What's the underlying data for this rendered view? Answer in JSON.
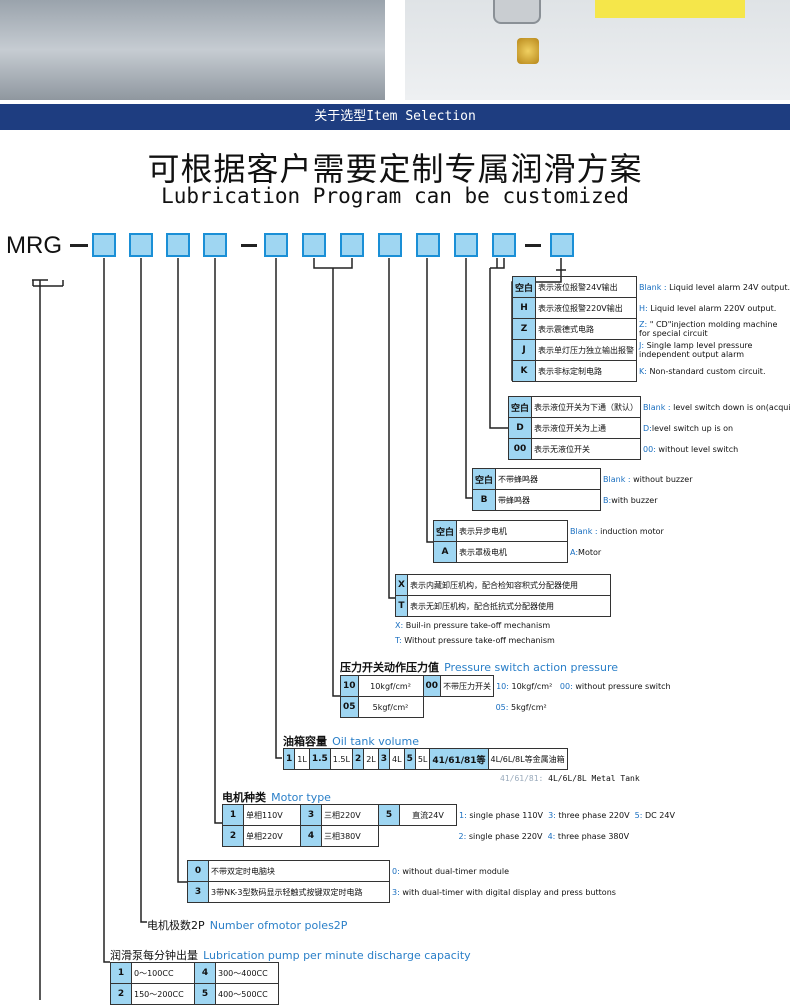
{
  "header": {
    "banner": "关于选型Item Selection",
    "title_cn": "可根据客户需要定制专属润滑方案",
    "title_en": "Lubrication Program can be customized",
    "prefix": "MRG"
  },
  "colors": {
    "banner": "#1e3d80",
    "slot": "#9fd6f2",
    "slot_border": "#1a8fd6",
    "accent": "#1a6fc0"
  },
  "circuit": {
    "rows": [
      {
        "code": "空白",
        "cn": "表示液位报警24V输出",
        "en_key": "Blank :",
        "en": " Liquid level alarm 24V output."
      },
      {
        "code": "H",
        "cn": "表示液位报警220V输出",
        "en_key": "H:",
        "en": " Liquid level alarm 220V output."
      },
      {
        "code": "Z",
        "cn": "表示震德式电路",
        "en_key": "Z:",
        "en": " \" CD\"injection molding machine for special circuit"
      },
      {
        "code": "J",
        "cn": "表示单灯压力独立输出报警",
        "en_key": "J:",
        "en": " Single lamp level pressure independent output alarm"
      },
      {
        "code": "K",
        "cn": "表示非标定制电路",
        "en_key": "K:",
        "en": " Non-standard custom circuit."
      }
    ]
  },
  "level_switch": {
    "rows": [
      {
        "code": "空白",
        "cn": "表示液位开关为下通（默认）",
        "en_key": "Blank :",
        "en": " level switch down is on(acquiesce in)"
      },
      {
        "code": "D",
        "cn": "表示液位开关为上通",
        "en_key": "D:",
        "en": "level switch up is on"
      },
      {
        "code": "00",
        "cn": "表示无液位开关",
        "en_key": "00:",
        "en": " without level switch"
      }
    ]
  },
  "buzzer": {
    "rows": [
      {
        "code": "空白",
        "cn": "不带蜂鸣器",
        "en_key": "Blank :",
        "en": " without buzzer"
      },
      {
        "code": "B",
        "cn": "带蜂鸣器",
        "en_key": "B:",
        "en": "with buzzer"
      }
    ]
  },
  "motor_kind": {
    "rows": [
      {
        "code": "空白",
        "cn": "表示异步电机",
        "en_key": "Blank :",
        "en": " induction motor"
      },
      {
        "code": "A",
        "cn": "表示罩极电机",
        "en_key": "A:",
        "en": "Motor"
      }
    ]
  },
  "pressure_relief": {
    "rows": [
      {
        "code": "X",
        "cn": "表示内藏卸压机构，配合检知容积式分配器使用"
      },
      {
        "code": "T",
        "cn": "表示无卸压机构，配合抵抗式分配器使用"
      }
    ],
    "en1_key": "X:",
    "en1": " Buil-in pressure take-off mechanism",
    "en2_key": "T:",
    "en2": " Without pressure take-off mechanism"
  },
  "pressure_switch": {
    "title_cn": "压力开关动作压力值",
    "title_en": "Pressure switch action pressure",
    "r1": {
      "c1": "10",
      "v1": "10kgf/cm²",
      "c2": "00",
      "v2": "不带压力开关"
    },
    "r2": {
      "c1": "05",
      "v1": "5kgf/cm²"
    },
    "en1_key": "10:",
    "en1": " 10kgf/cm²",
    "en2_key": "00:",
    "en2": " without pressure switch",
    "en3_key": "05:",
    "en3": " 5kgf/cm²"
  },
  "oil_tank": {
    "title_cn": "油箱容量",
    "title_en": "Oil tank volume",
    "cells": [
      "1",
      "1L",
      "1.5",
      "1.5L",
      "2",
      "2L",
      "3",
      "4L",
      "5",
      "5L",
      "41/61/81等",
      "4L/6L/8L等金属油箱"
    ],
    "note_key": "41/61/81:",
    "note": " 4L/6L/8L Metal Tank"
  },
  "motor_type": {
    "title_cn": "电机种类",
    "title_en": "Motor type",
    "r1": [
      "1",
      "单相110V",
      "3",
      "三相220V",
      "5",
      "直流24V"
    ],
    "r2": [
      "2",
      "单相220V",
      "4",
      "三相380V"
    ],
    "en1a_key": "1:",
    "en1a": " single phase 110V",
    "en1b_key": "3:",
    "en1b": " three phase 220V",
    "en1c_key": "5:",
    "en1c": " DC 24V",
    "en2a_key": "2:",
    "en2a": " single phase 220V",
    "en2b_key": "4:",
    "en2b": " three phase 380V"
  },
  "timer": {
    "rows": [
      {
        "code": "0",
        "cn": "不带双定时电脑块",
        "en_key": "0:",
        "en": " without dual-timer module"
      },
      {
        "code": "3",
        "cn": "3带NK-3型数码显示轻触式按键双定时电路",
        "en_key": "3:",
        "en": " with dual-timer with digital display and press buttons"
      }
    ]
  },
  "poles": {
    "title_cn": "电机极数2P",
    "title_en": "Number ofmotor poles2P"
  },
  "pump": {
    "title_cn": "润滑泵每分钟出量",
    "title_en": "Lubrication pump per minute discharge capacity",
    "r1": [
      "1",
      "0～100CC",
      "4",
      "300～400CC"
    ],
    "r2": [
      "2",
      "150～200CC",
      "5",
      "400～500CC"
    ]
  }
}
